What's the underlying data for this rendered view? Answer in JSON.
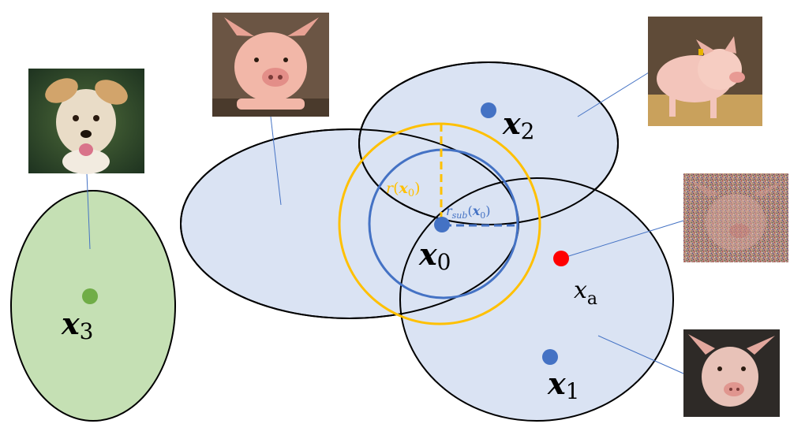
{
  "points": {
    "x0": {
      "base": "x",
      "sub": "0",
      "color": "#4472c4"
    },
    "x1": {
      "base": "x",
      "sub": "1",
      "color": "#4472c4"
    },
    "x2": {
      "base": "x",
      "sub": "2",
      "color": "#4472c4"
    },
    "x3": {
      "base": "x",
      "sub": "3",
      "color": "#70ad47"
    },
    "xa": {
      "base": "x",
      "sub": "a",
      "color": "#ff0000"
    }
  },
  "radii": {
    "r": {
      "base": "r",
      "open": "(",
      "arg_base": "x",
      "arg_sub": "0",
      "close": ")",
      "color": "#ffc000"
    },
    "r_sub": {
      "base": "r",
      "base_sub": "sub",
      "open": "(",
      "arg_base": "x",
      "arg_sub": "0",
      "close": ")",
      "color": "#4472c4"
    }
  },
  "colors": {
    "region_fill": "#dae3f3",
    "region_outline": "#000000",
    "class_dog_fill": "#c5e0b4",
    "connector": "#4472c4"
  },
  "images": {
    "dog": {
      "icon": "dog-photo",
      "label": "dog photo"
    },
    "pig_top": {
      "icon": "pig-photo",
      "label": "pig photo"
    },
    "pig_right": {
      "icon": "pig-photo",
      "label": "pig photo"
    },
    "pig_noisy": {
      "icon": "noisy-pig-photo",
      "label": "noisy pig photo"
    },
    "pig_bottom": {
      "icon": "pig-photo",
      "label": "pig photo"
    }
  }
}
